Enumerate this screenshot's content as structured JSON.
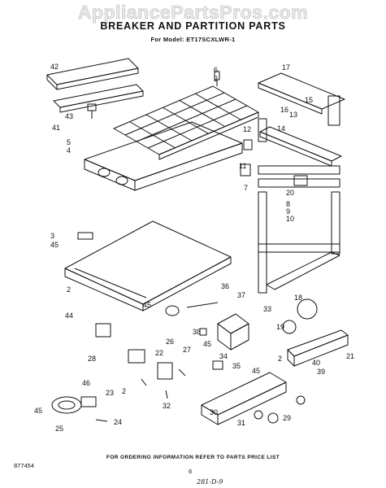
{
  "watermark": "AppliancePartsPros.com",
  "title": "BREAKER AND PARTITION PARTS",
  "subtitle": "For Model: ET17SCXLWR-1",
  "footer_note": "FOR ORDERING INFORMATION REFER TO PARTS PRICE LIST",
  "doc_number": "877454",
  "page_number": "6",
  "handwritten_note": "281-D-9",
  "callouts": [
    "42",
    "6",
    "2",
    "17",
    "15",
    "41",
    "43",
    "16",
    "13",
    "12",
    "14",
    "5",
    "4",
    "11",
    "7",
    "20",
    "8",
    "9",
    "10",
    "3",
    "45",
    "2",
    "36",
    "18",
    "37",
    "45",
    "33",
    "19",
    "44",
    "38",
    "45",
    "21",
    "26",
    "27",
    "22",
    "34",
    "45",
    "35",
    "28",
    "2",
    "40",
    "39",
    "46",
    "23",
    "32",
    "30",
    "29",
    "45",
    "24",
    "25",
    "31",
    "2"
  ]
}
